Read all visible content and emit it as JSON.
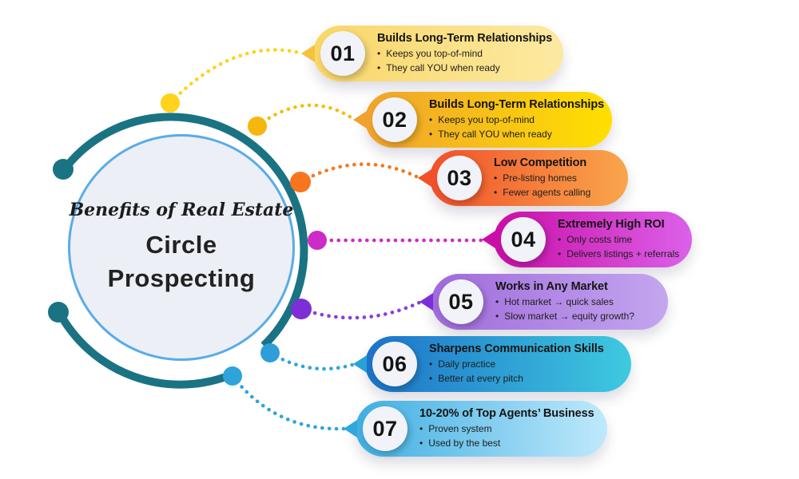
{
  "center": {
    "subtitle": "Benefits of Real Estate",
    "title_line1": "Circle",
    "title_line2": "Prospecting"
  },
  "colors": {
    "background": "#FFFFFF",
    "ring": "#1A7382",
    "inner_fill": "#ECEFF6",
    "inner_border": "#59ACE7",
    "number_circle": "#F1F3F8",
    "text": "#1B1B1B"
  },
  "items": [
    {
      "number": "01",
      "title": "Builds Long-Term Relationships",
      "bullets": [
        "Keeps you top-of-mind",
        "They call YOU when ready"
      ],
      "colors": {
        "left": "#F9D668",
        "right": "#FCE9A2",
        "pointer": "#F5C23D",
        "dot": "#FFD319",
        "connector": "#FFD31B"
      }
    },
    {
      "number": "02",
      "title": "Builds Long-Term Relationships",
      "bullets": [
        "Keeps you top-of-mind",
        "They call YOU when ready"
      ],
      "colors": {
        "left": "#F0A22E",
        "right": "#FFE000",
        "pointer": "#F0A22E",
        "dot": "#F6B70D",
        "connector": "#F8BD0E"
      }
    },
    {
      "number": "03",
      "title": "Low Competition",
      "bullets": [
        "Pre-listing homes",
        "Fewer agents calling"
      ],
      "colors": {
        "left": "#F15029",
        "right": "#F9A64C",
        "pointer": "#F15029",
        "dot": "#F9751D",
        "connector": "#F5791F"
      }
    },
    {
      "number": "04",
      "title": "Extremely High ROI",
      "bullets": [
        "Only costs time",
        "Delivers listings + referrals"
      ],
      "colors": {
        "left": "#C90DA6",
        "right": "#DB61E9",
        "pointer": "#C90DA6",
        "dot": "#CC2BC8",
        "connector": "#CB2BC9"
      }
    },
    {
      "number": "05",
      "title": "Works in Any Market",
      "bullets": [
        "Hot market → quick sales",
        "Slow market → equity growth?"
      ],
      "colors": {
        "left": "#9F6ADB",
        "right": "#C4A6EF",
        "pointer": "#7B2FD9",
        "dot": "#7D2FD6",
        "connector": "#8A3FD8"
      }
    },
    {
      "number": "06",
      "title": "Sharpens Communication Skills",
      "bullets": [
        "Daily practice",
        "Better at every pitch"
      ],
      "colors": {
        "left": "#1C72C8",
        "right": "#3FC9E0",
        "pointer": "#2B9FD8",
        "dot": "#2E9ED8",
        "connector": "#2FA5DB"
      }
    },
    {
      "number": "07",
      "title": "10-20% of Top Agents’ Business",
      "bullets": [
        "Proven system",
        "Used by the best"
      ],
      "colors": {
        "left": "#3FAEE2",
        "right": "#BFE9FB",
        "pointer": "#2FA6DC",
        "dot": "#2FA3DB",
        "connector": "#2EA4DC"
      }
    }
  ]
}
